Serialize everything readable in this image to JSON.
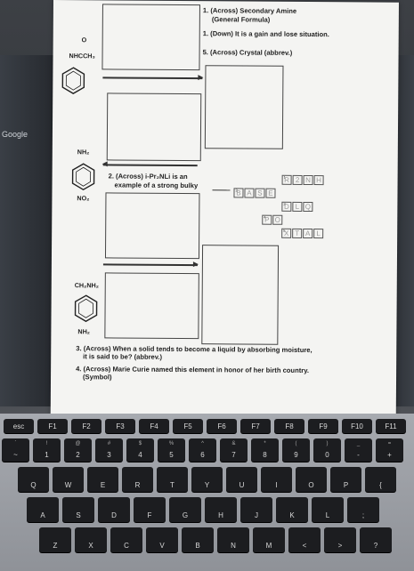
{
  "image": {
    "description_free": true
  },
  "screen": {
    "search_label": "Google"
  },
  "clues": {
    "across_1": "1. (Across) Secondary Amine",
    "across_1_b": "(General Formula)",
    "down_1": "1. (Down) It is a gain and lose situation.",
    "across_5": "5. (Across) Crystal (abbrev.)",
    "across_2": "2. (Across) i-Pr₂NLi is an",
    "across_2_b": "example of a strong bulky",
    "across_3": "3. (Across) When a solid tends to become a liquid by absorbing moisture,",
    "across_3_b": "it is said to be? (abbrev.)",
    "across_4": "4. (Across) Marie Curie named this element in honor of her birth country.",
    "across_4_b": "(Symbol)"
  },
  "molecules": {
    "m1_top": "O",
    "m1_label": "NHCCH₃",
    "m2_top": "NH₂",
    "m2_bottom": "NO₂",
    "m3_top": "CH₂NH₂",
    "m3_bottom": "NH₂"
  },
  "grid": {
    "row1": [
      "1",
      "R",
      "2",
      "N",
      "H"
    ],
    "row2": [
      "2",
      "B",
      "A",
      "S",
      "E"
    ],
    "row3": [
      "3",
      "D",
      "L",
      "Q"
    ],
    "row4": [
      "4",
      "P",
      "O"
    ],
    "row5": [
      "5",
      "X",
      "T",
      "A",
      "L"
    ]
  },
  "keys": {
    "row0": [
      "esc",
      "F1",
      "F2",
      "F3",
      "F4",
      "F5",
      "F6",
      "F7",
      "F8",
      "F9",
      "F10",
      "F11"
    ],
    "row1": [
      "~",
      "1",
      "2",
      "3",
      "4",
      "5",
      "6",
      "7",
      "8",
      "9",
      "0",
      "-",
      "+"
    ],
    "row1_sub": [
      "`",
      "!",
      "@",
      "#",
      "$",
      "%",
      "^",
      "&",
      "*",
      "(",
      ")",
      "_",
      "="
    ],
    "row2": [
      "Q",
      "W",
      "E",
      "R",
      "T",
      "Y",
      "U",
      "I",
      "O",
      "P",
      "{"
    ],
    "row3": [
      "A",
      "S",
      "D",
      "F",
      "G",
      "H",
      "J",
      "K",
      "L",
      ";"
    ],
    "row4": [
      "Z",
      "X",
      "C",
      "V",
      "B",
      "N",
      "M",
      "<",
      ">",
      "?"
    ]
  }
}
